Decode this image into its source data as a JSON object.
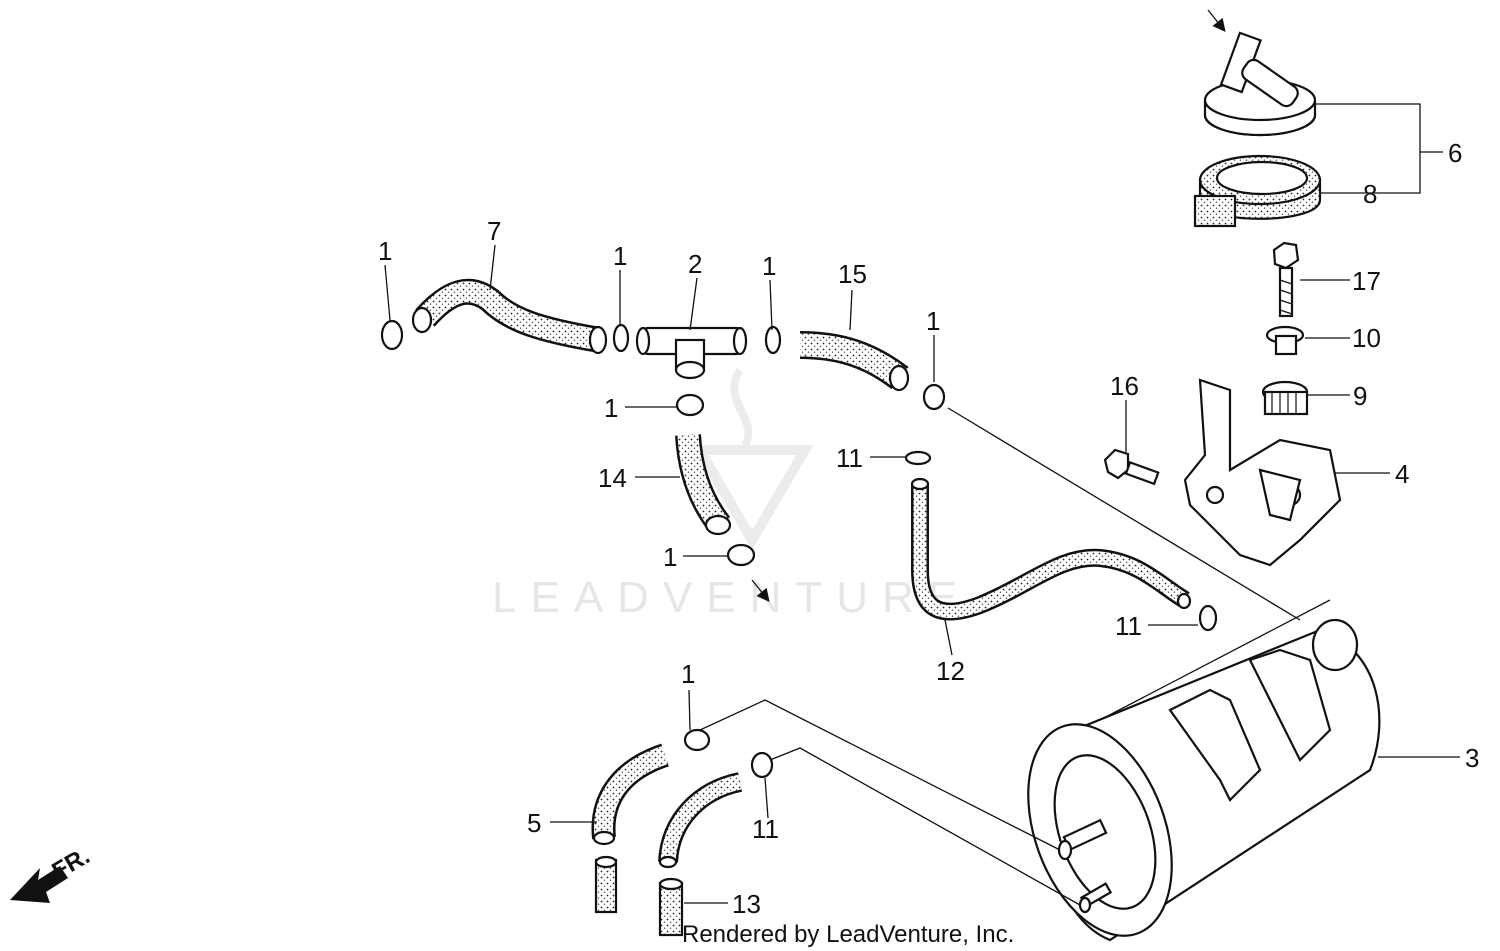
{
  "diagram": {
    "watermark": "LEADVENTURE",
    "footer": "Rendered by LeadVenture, Inc.",
    "direction_label": "FR.",
    "callouts": {
      "c1a": "1",
      "c7": "7",
      "c1b": "1",
      "c2": "2",
      "c1c": "1",
      "c15": "15",
      "c1d": "1",
      "c1e": "1",
      "c14": "14",
      "c1f": "1",
      "c11a": "11",
      "c12": "12",
      "c11b": "11",
      "c16": "16",
      "c6": "6",
      "c8": "8",
      "c17": "17",
      "c10": "10",
      "c9": "9",
      "c4": "4",
      "c3": "3",
      "c1g": "1",
      "c5": "5",
      "c11c": "11",
      "c13": "13"
    }
  }
}
